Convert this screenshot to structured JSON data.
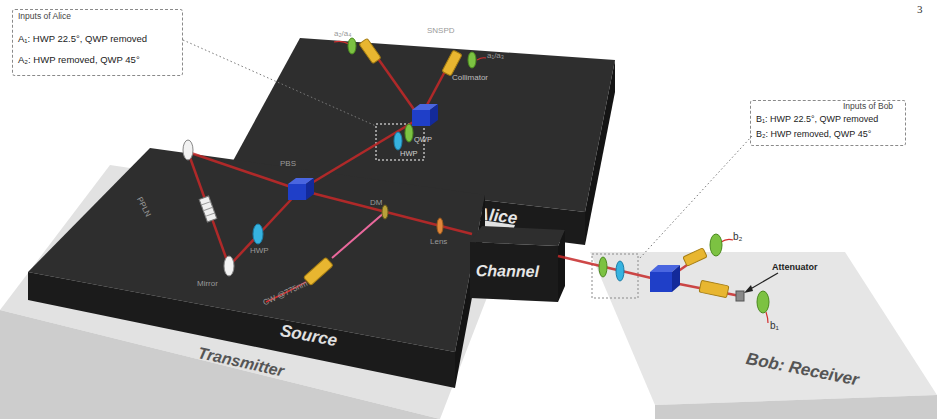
{
  "diagram": {
    "nodes": [
      {
        "text": [
          "Inputs of Alice",
          "A₁: HWP 22.5°, QWP removed",
          "A₂: HWP removed, QWP 45°"
        ]
      },
      {
        "text": [
          "Alice"
        ]
      },
      {
        "text": [
          "Transmitter"
        ]
      },
      {
        "text": [
          "Source"
        ],
        "in": 2
      },
      {
        "text": [
          "Channel"
        ]
      },
      {
        "text": [
          "Inputs of Bob",
          "B₁: HWP 22.5°, QWP removed",
          "B₂: HWP removed, QWP 45°"
        ]
      },
      {
        "text": [
          "Bob: Receiver"
        ]
      }
    ],
    "labels": [
      "3",
      "a₂/a₄",
      "SNSPD",
      "a₁/a₃",
      "Collimator",
      "QWP",
      "HWP",
      "PBS",
      "PPLN",
      "Mirror",
      "HWP",
      "DM",
      "Lens",
      "CW @775nm",
      "b₂",
      "Attenuator",
      "b₁"
    ]
  }
}
